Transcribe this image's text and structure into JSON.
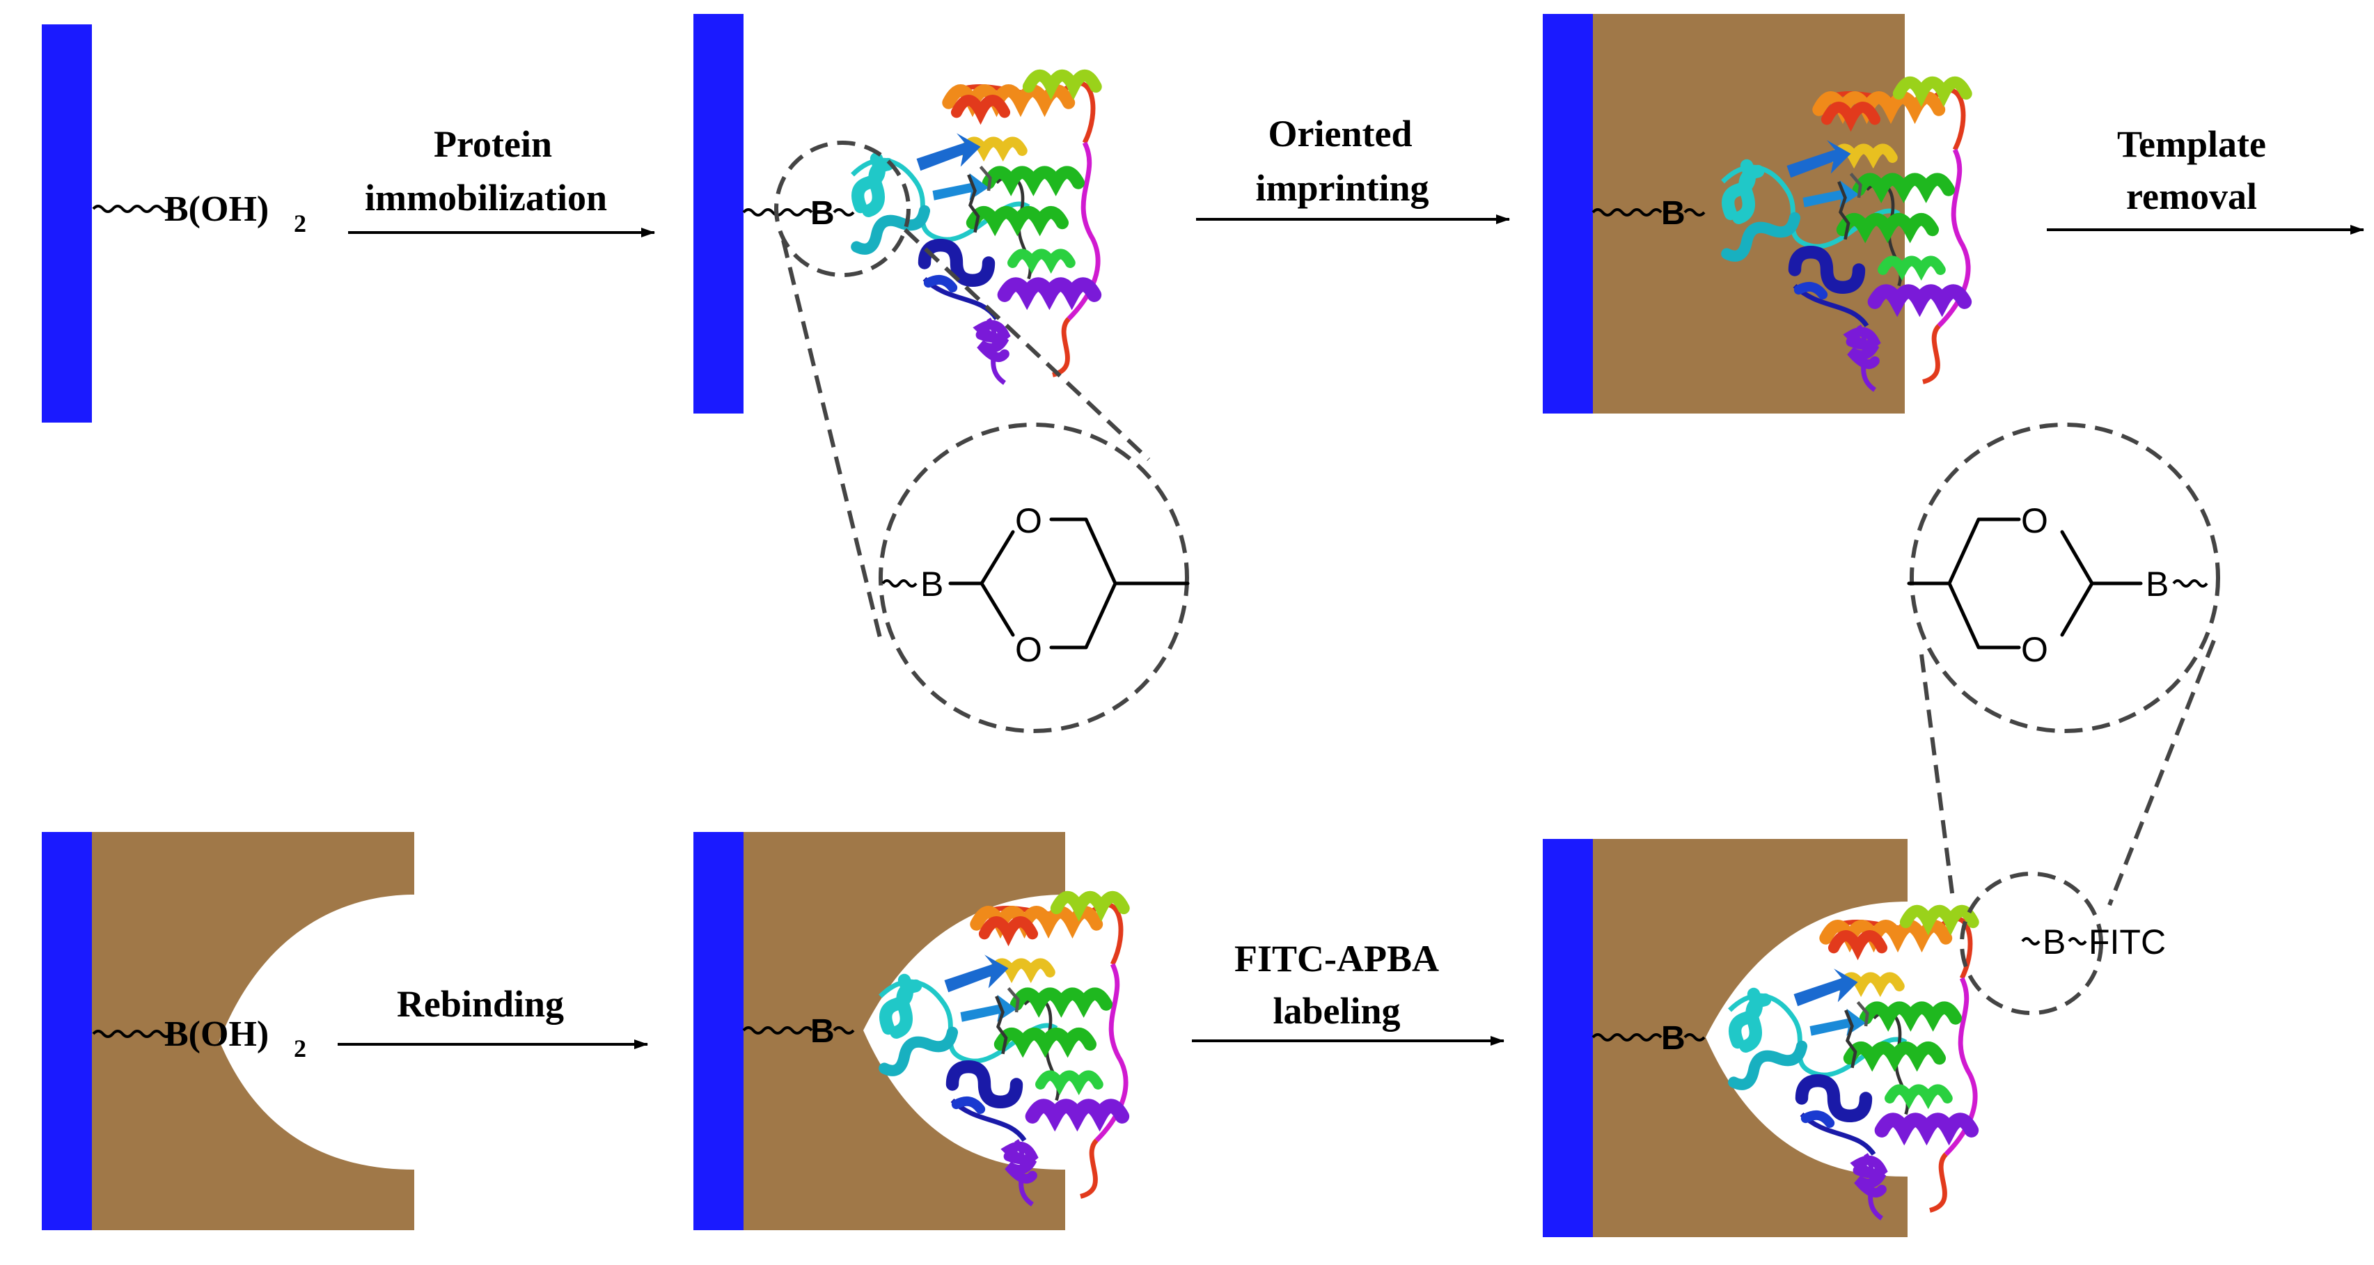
{
  "steps": {
    "protein_immobilization": [
      "Protein",
      "immobilization"
    ],
    "oriented_imprinting": [
      "Oriented",
      "imprinting"
    ],
    "template_removal": [
      "Template",
      "removal"
    ],
    "rebinding": [
      "Rebinding"
    ],
    "fitc_apba_labeling": [
      "FITC-APBA",
      "labeling"
    ]
  },
  "labels": {
    "boronic_acid_B": "B(OH)",
    "boronic_acid_sub": "2",
    "boron": "B",
    "oxygen": "O",
    "fitc": "FITC"
  },
  "colors": {
    "substrate": "#1a1aff",
    "polymer": "#a07848",
    "helix_red": "#e23a1c",
    "helix_orange": "#f08a1a",
    "helix_yellow": "#e8c020",
    "helix_lime": "#9ad21a",
    "helix_green": "#1fb81f",
    "helix_cyan": "#20c8c8",
    "helix_blue": "#1a3ad0",
    "helix_navy": "#1a1aa8",
    "helix_purple": "#7a1ad8",
    "helix_magenta": "#d01ad0"
  },
  "icons": {
    "protein": "ribbon-protein-icon",
    "boronate_ester": "cyclic-boronate-ester-icon"
  }
}
